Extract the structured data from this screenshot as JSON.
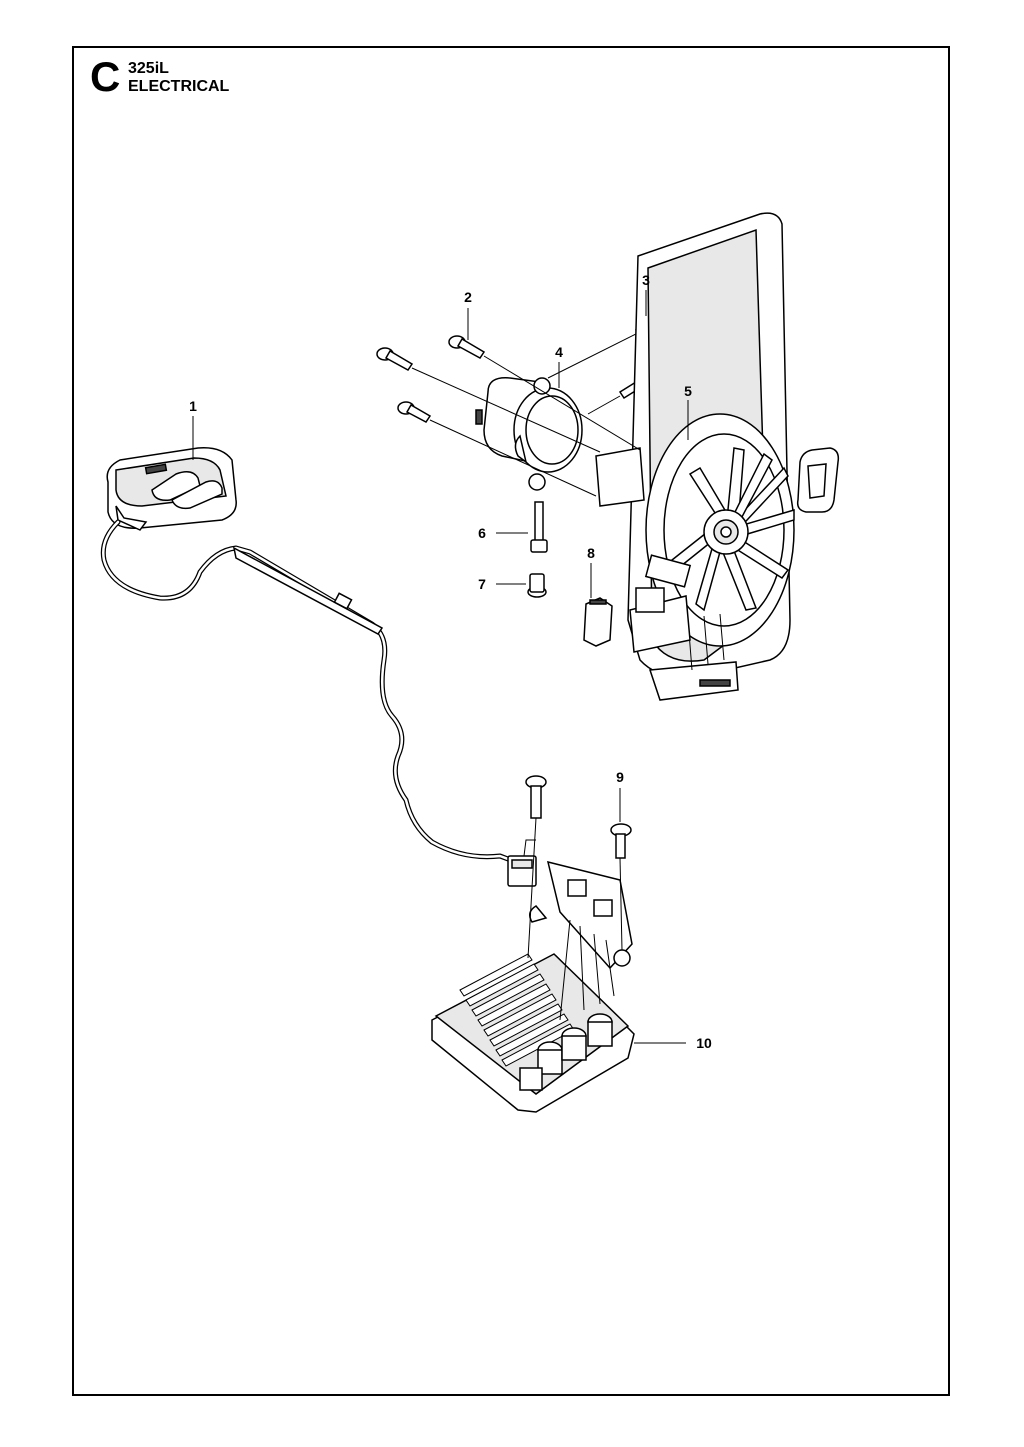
{
  "header": {
    "section_letter": "C",
    "model": "325iL",
    "title": "ELECTRICAL"
  },
  "callouts": [
    "1",
    "2",
    "3",
    "4",
    "5",
    "6",
    "7",
    "8",
    "9",
    "10"
  ]
}
